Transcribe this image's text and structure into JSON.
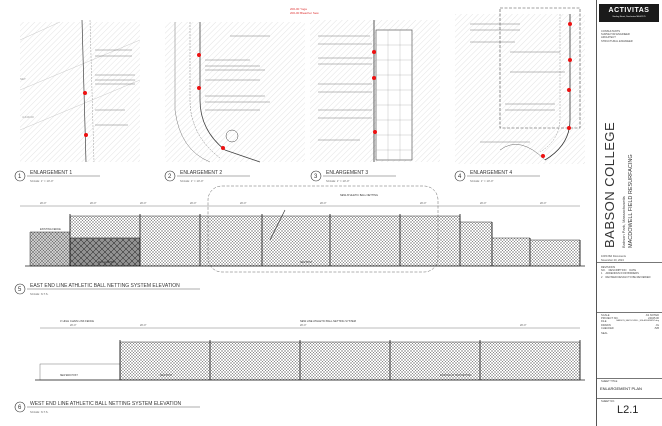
{
  "header_note": [
    "200-00 Yoga",
    "200-00 Bleacher Sew"
  ],
  "title_block": {
    "firm": "ACTIVITAS",
    "firm_sub": "Sterling Street, Dorchester MA 02125",
    "consultants_label": "CONSULTANTS",
    "consultants": [
      "SURVEYOR ENGINEER",
      "ARCHITECT",
      "STRUCTURAL ENGINEER"
    ],
    "client": "BABSON COLLEGE",
    "client_location": "Babson Park, Massachusetts",
    "project": "MACDOWELL FIELD RESURFACING",
    "issue": "100% Bid Documents",
    "issue_date": "November 20, 2024",
    "revisions_label": "REVISIONS",
    "revision_columns": [
      "NO.",
      "DESCRIPTION",
      "DATE"
    ],
    "revisions": [
      {
        "no": "1",
        "desc": "ADDENDUM FOR BIDDERS",
        "date": ""
      },
      {
        "no": "2",
        "desc": "REVISED DESIGN TO BE REVIEWED",
        "date": ""
      }
    ],
    "info_rows": [
      {
        "label": "SCALE",
        "value": "AS NOTED"
      },
      {
        "label": "PROJECT NO.",
        "value": "24045.00"
      },
      {
        "label": "FILE",
        "value": "BABSON_MACDOWELL_ENLARGEMENT.dwg"
      },
      {
        "label": "DRAWN",
        "value": "JG"
      },
      {
        "label": "CHECKED",
        "value": "JVB"
      }
    ],
    "seal_label": "SEAL",
    "sheet_title_label": "SHEET TITLE",
    "sheet_title": "ENLARGEMENT PLAN",
    "sheet_no_label": "SHEET NO.",
    "sheet_no": "L2.1"
  },
  "enlargements": [
    {
      "num": "1",
      "title": "ENLARGEMENT 1",
      "scale": "SCALE: 1\" = 10'-0\""
    },
    {
      "num": "2",
      "title": "ENLARGEMENT 2",
      "scale": "SCALE: 1\" = 10'-0\""
    },
    {
      "num": "3",
      "title": "ENLARGEMENT 3",
      "scale": "SCALE: 1\" = 10'-0\""
    },
    {
      "num": "4",
      "title": "ENLARGEMENT 4",
      "scale": "SCALE: 1\" = 10'-0\""
    }
  ],
  "elevations": [
    {
      "num": "5",
      "title": "EAST END LINE ATHLETIC BALL NETTING SYSTEM ELEVATION",
      "scale": "SCALE: N.T.S."
    },
    {
      "num": "6",
      "title": "WEST END LINE ATHLETIC BALL NETTING SYSTEM ELEVATION",
      "scale": "SCALE: N.T.S."
    }
  ],
  "callouts": {
    "new_netting": "NEW ATHLETIC BALL NETTING",
    "existing_netting": "EXISTING 20' HIGH NETTING",
    "existing_fence": "EXISTING FENCE",
    "new_end_post": "NEW END POST",
    "new_post": "NEW POST",
    "chain_link": "4' HIGH CHAIN LINK FENCE",
    "new_line": "NEW LINE ATHLETIC BALL NETTING SYSTEM"
  }
}
